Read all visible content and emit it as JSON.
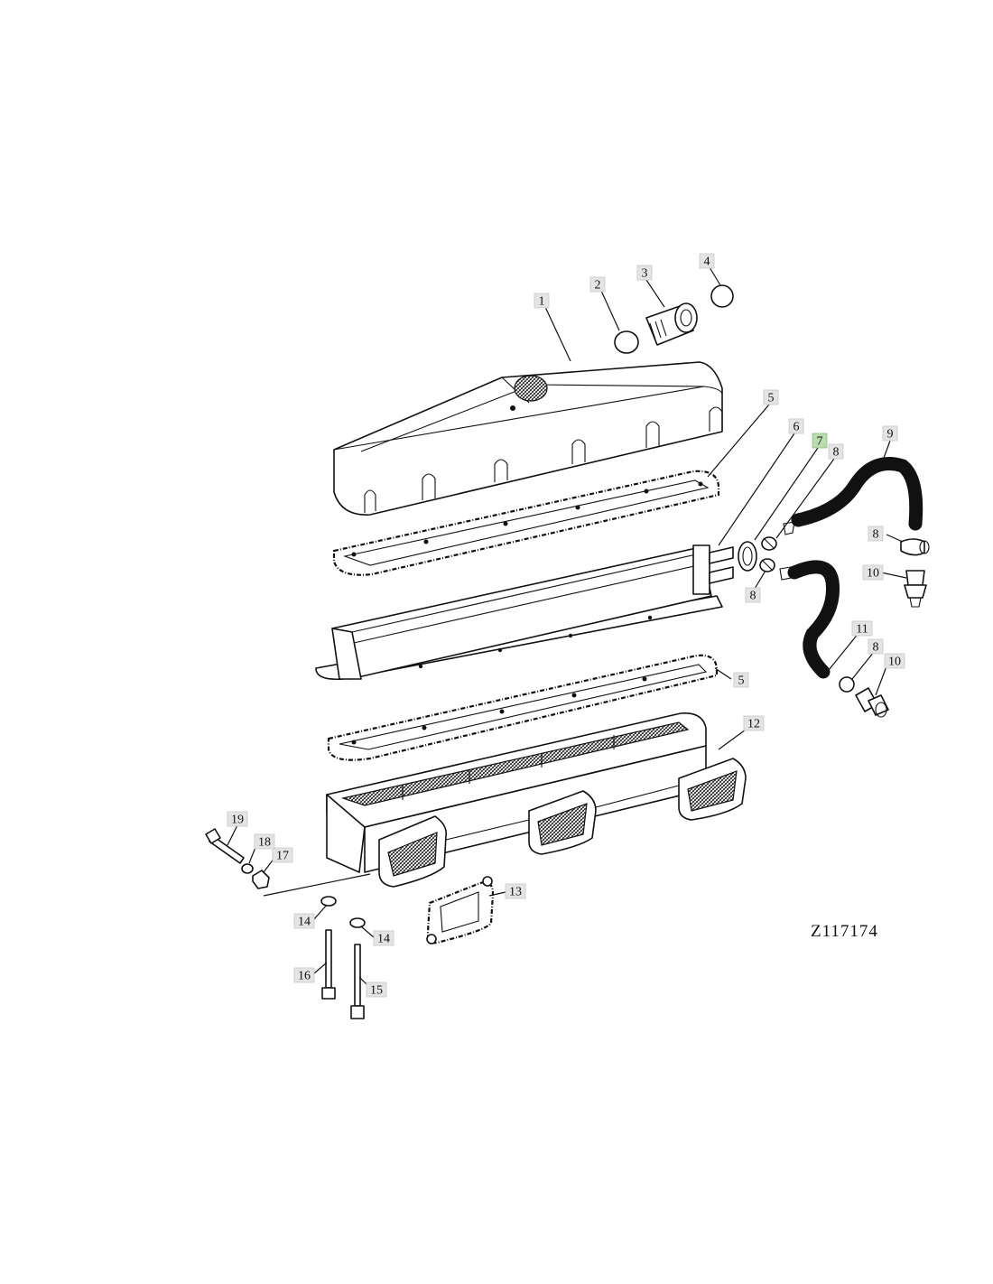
{
  "figure": {
    "reference_code": "Z117174"
  },
  "callouts": [
    {
      "id": "c1",
      "label": "1"
    },
    {
      "id": "c2",
      "label": "2"
    },
    {
      "id": "c3",
      "label": "3"
    },
    {
      "id": "c4",
      "label": "4"
    },
    {
      "id": "c5a",
      "label": "5"
    },
    {
      "id": "c5b",
      "label": "5"
    },
    {
      "id": "c6",
      "label": "6"
    },
    {
      "id": "c7",
      "label": "7",
      "highlighted": true
    },
    {
      "id": "c8a",
      "label": "8"
    },
    {
      "id": "c8b",
      "label": "8"
    },
    {
      "id": "c8c",
      "label": "8"
    },
    {
      "id": "c8d",
      "label": "8"
    },
    {
      "id": "c9",
      "label": "9"
    },
    {
      "id": "c10a",
      "label": "10"
    },
    {
      "id": "c10b",
      "label": "10"
    },
    {
      "id": "c11",
      "label": "11"
    },
    {
      "id": "c12",
      "label": "12"
    },
    {
      "id": "c13",
      "label": "13"
    },
    {
      "id": "c14a",
      "label": "14"
    },
    {
      "id": "c14b",
      "label": "14"
    },
    {
      "id": "c15",
      "label": "15"
    },
    {
      "id": "c16",
      "label": "16"
    },
    {
      "id": "c17",
      "label": "17"
    },
    {
      "id": "c18",
      "label": "18"
    },
    {
      "id": "c19",
      "label": "19"
    }
  ],
  "colors": {
    "callout_fill": "#e4e4e4",
    "callout_highlight_fill": "#b9dcae",
    "line": "#111111",
    "background": "#ffffff"
  }
}
